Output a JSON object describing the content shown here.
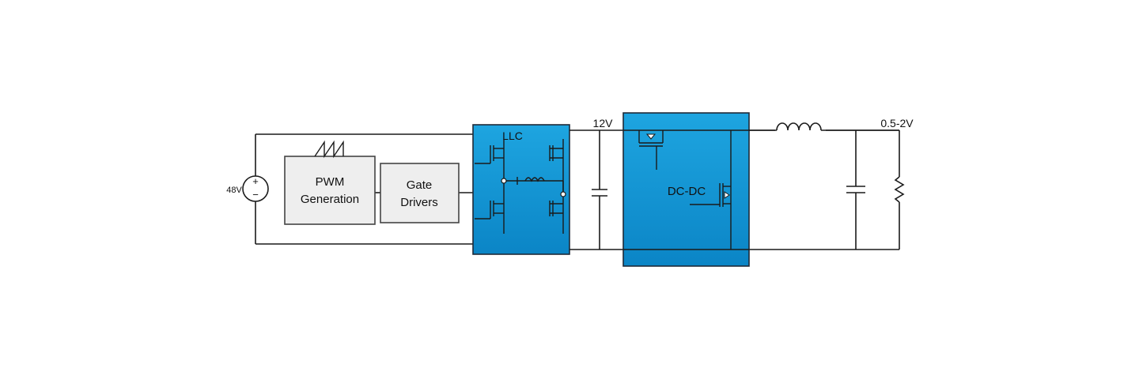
{
  "source": {
    "label": "48V"
  },
  "pwm": {
    "line1": "PWM",
    "line2": "Generation"
  },
  "gate": {
    "line1": "Gate",
    "line2": "Drivers"
  },
  "llc": {
    "label": "LLC"
  },
  "bus": {
    "label": "12V"
  },
  "dcdc": {
    "label": "DC-DC"
  },
  "output": {
    "label": "0.5-2V"
  },
  "colors": {
    "block_blue_top": "#1aa0dc",
    "block_blue_bottom": "#0d86c8",
    "box_fill": "#eeeeee"
  }
}
